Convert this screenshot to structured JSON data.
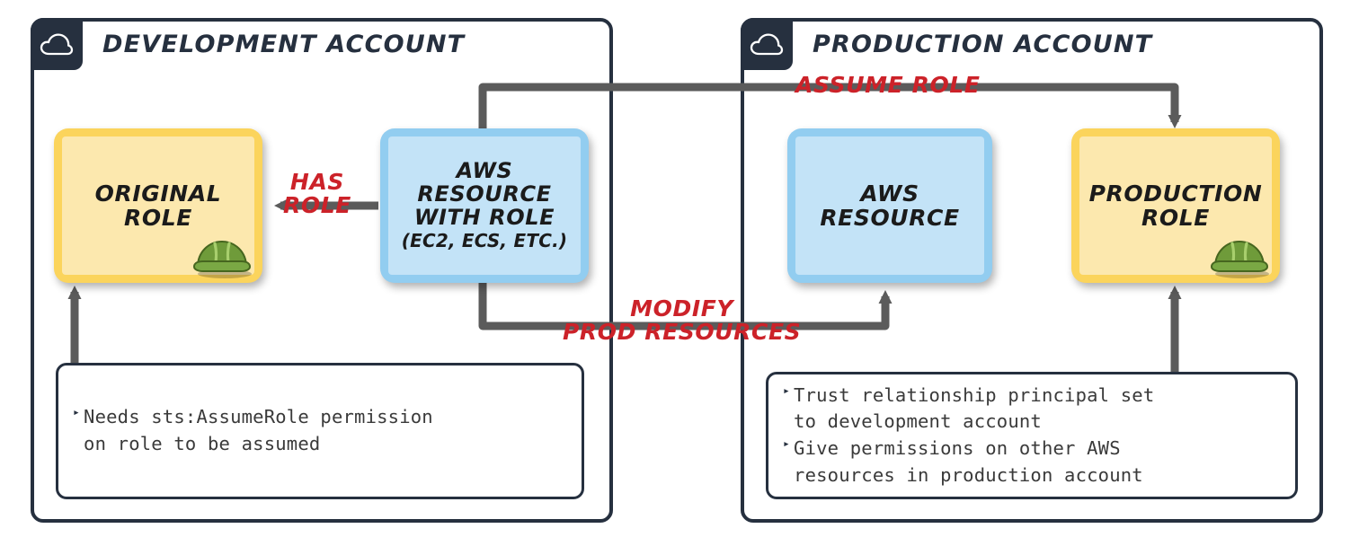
{
  "diagram": {
    "title": "AWS cross-account assume role",
    "colors": {
      "container_border": "#26303f",
      "role_border": "#fbd45c",
      "role_fill": "#fce8ae",
      "resource_border": "#92cdf0",
      "resource_fill": "#c3e3f7",
      "connector": "#5b5b5b",
      "edge_label": "#cc2229",
      "note_text": "#3a3a3a",
      "helmet": "#6f9b3a"
    }
  },
  "accounts": [
    {
      "id": "development",
      "title": "DEVELOPMENT ACCOUNT",
      "icon": "cloud-icon"
    },
    {
      "id": "production",
      "title": "PRODUCTION ACCOUNT",
      "icon": "cloud-icon"
    }
  ],
  "nodes": {
    "original_role": {
      "label": "ORIGINAL\nROLE",
      "line1": "ORIGINAL",
      "line2": "ROLE",
      "kind": "role",
      "icon": "hard-hat-icon"
    },
    "aws_resource_with_role": {
      "line1": "AWS",
      "line2": "RESOURCE",
      "line3": "WITH ROLE",
      "sublabel": "(EC2, ECS, ETC.)",
      "kind": "resource"
    },
    "prod_aws_resource": {
      "line1": "AWS",
      "line2": "RESOURCE",
      "kind": "resource"
    },
    "production_role": {
      "line1": "PRODUCTION",
      "line2": "ROLE",
      "kind": "role",
      "icon": "hard-hat-icon"
    }
  },
  "edge_labels": {
    "assume_role": "ASSUME ROLE",
    "has_role_line1": "HAS",
    "has_role_line2": "ROLE",
    "modify_line1": "MODIFY",
    "modify_line2": "PROD RESOURCES"
  },
  "notes": {
    "development": {
      "bullet_glyph": "▸",
      "items": [
        {
          "line1": "Needs sts:AssumeRole permission",
          "line2": "on role to be assumed"
        }
      ]
    },
    "production": {
      "bullet_glyph": "▸",
      "items": [
        {
          "line1": "Trust relationship principal set",
          "line2": "to development account"
        },
        {
          "line1": "Give permissions on other AWS",
          "line2": "resources in production account"
        }
      ]
    }
  }
}
